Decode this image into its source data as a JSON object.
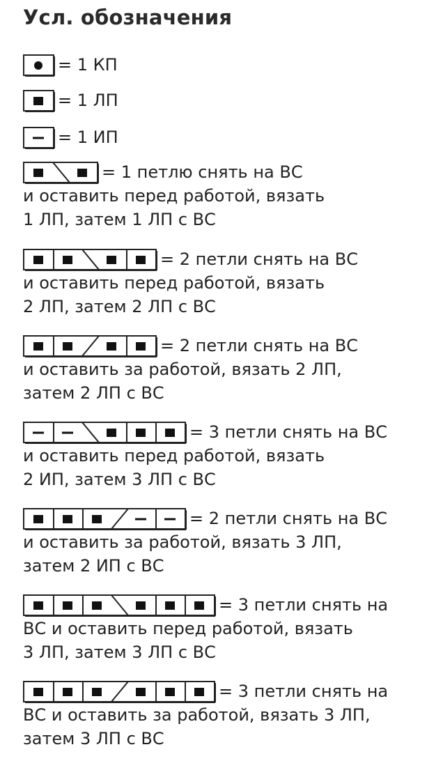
{
  "title": "Усл. обозначения",
  "legend": [
    {
      "cells": [
        "knit-dot"
      ],
      "cross": null,
      "lines": [
        "= 1 КП"
      ]
    },
    {
      "cells": [
        "purl-square"
      ],
      "cross": null,
      "lines": [
        "= 1 ЛП"
      ]
    },
    {
      "cells": [
        "dash"
      ],
      "cross": null,
      "lines": [
        "= 1 ИП"
      ]
    },
    {
      "cells": [
        "purl-square",
        "purl-square"
      ],
      "cross": {
        "after": 1,
        "dir": "front"
      },
      "lines": [
        "= 1 петлю снять на ВС",
        "и оставить перед работой, вязать",
        "1 ЛП, затем 1 ЛП с ВС"
      ]
    },
    {
      "cells": [
        "purl-square",
        "purl-square",
        "purl-square",
        "purl-square"
      ],
      "cross": {
        "after": 2,
        "dir": "front"
      },
      "lines": [
        "= 2 петли снять на ВС",
        "и оставить перед работой, вязать",
        "2 ЛП, затем 2 ЛП с ВС"
      ]
    },
    {
      "cells": [
        "purl-square",
        "purl-square",
        "purl-square",
        "purl-square"
      ],
      "cross": {
        "after": 2,
        "dir": "back"
      },
      "lines": [
        "= 2 петли снять на ВС",
        "и оставить за работой, вязать 2 ЛП,",
        "затем 2 ЛП с ВС"
      ]
    },
    {
      "cells": [
        "dash",
        "dash",
        "purl-square",
        "purl-square",
        "purl-square"
      ],
      "cross": {
        "after": 2,
        "dir": "front"
      },
      "lines": [
        "= 3 петли снять на ВС",
        "и оставить перед работой, вязать",
        "2 ИП, затем 3 ЛП с ВС"
      ]
    },
    {
      "cells": [
        "purl-square",
        "purl-square",
        "purl-square",
        "dash",
        "dash"
      ],
      "cross": {
        "after": 3,
        "dir": "back"
      },
      "lines": [
        "= 2 петли снять на ВС",
        "и оставить за работой, вязать 3 ЛП,",
        "затем 2 ИП с ВС"
      ]
    },
    {
      "cells": [
        "purl-square",
        "purl-square",
        "purl-square",
        "purl-square",
        "purl-square",
        "purl-square"
      ],
      "cross": {
        "after": 3,
        "dir": "front"
      },
      "lines": [
        "= 3 петли снять на",
        "ВС и оставить перед работой, вязать",
        "3 ЛП, затем 3 ЛП с ВС"
      ]
    },
    {
      "cells": [
        "purl-square",
        "purl-square",
        "purl-square",
        "purl-square",
        "purl-square",
        "purl-square"
      ],
      "cross": {
        "after": 3,
        "dir": "back"
      },
      "lines": [
        "= 3 петли снять на",
        "ВС и оставить за работой, вязать 3 ЛП,",
        "затем 3 ЛП с ВС"
      ]
    }
  ]
}
